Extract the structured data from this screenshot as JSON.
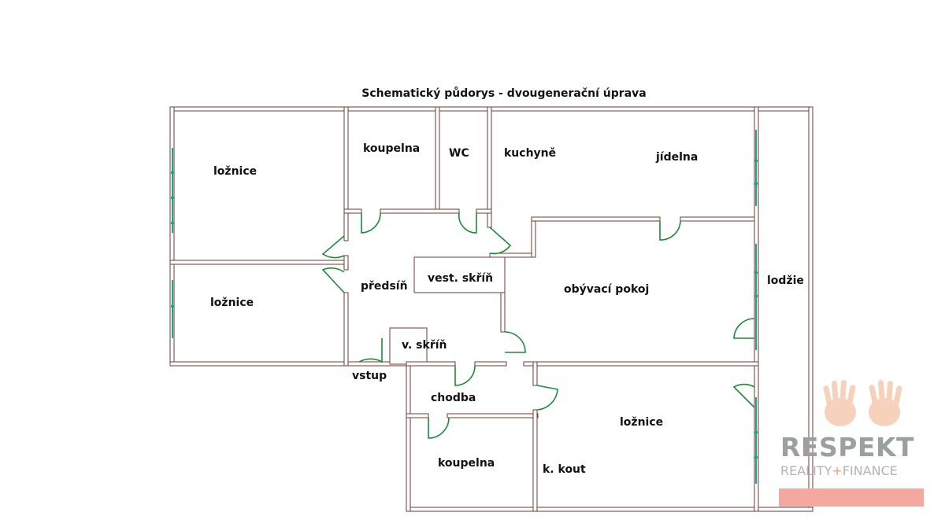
{
  "title": "Schematický půdorys - dvougenerační úprava",
  "rooms": {
    "loznice_1": "ložnice",
    "loznice_2": "ložnice",
    "loznice_3": "ložnice",
    "koupelna_1": "koupelna",
    "koupelna_2": "koupelna",
    "wc": "WC",
    "kuchyne": "kuchyně",
    "jidelna": "jídelna",
    "predsin": "předsíň",
    "vest_skrin": "vest. skříň",
    "obyvaci_pokoj": "obývací pokoj",
    "lodzie": "lodžie",
    "v_skrin": "v. skříň",
    "vstup": "vstup",
    "chodba": "chodba",
    "k_kout": "k. kout"
  },
  "logo": {
    "name": "RESPEKT",
    "tag_left": "REALITY",
    "tag_sep": "+",
    "tag_right": "FINANCE"
  },
  "colors": {
    "wall_outline": "#6e3b34",
    "wall_fill": "#ffffff",
    "door": "#1d8a3a",
    "window": "#21a38a",
    "logo_text": "#9aa0a2",
    "logo_bar": "#f5a89f"
  }
}
